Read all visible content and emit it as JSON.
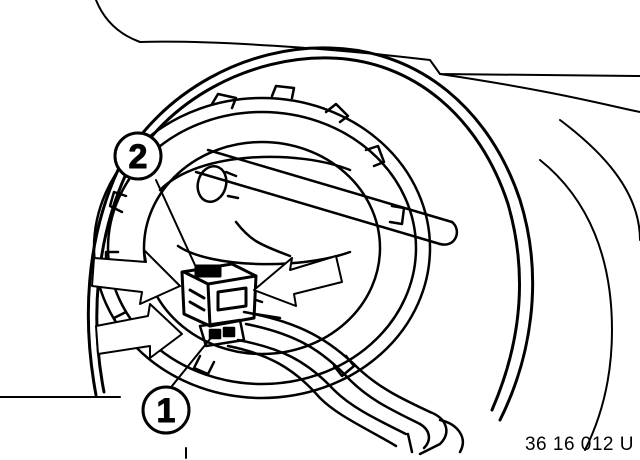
{
  "figure": {
    "code": "36 16 012 U",
    "callouts": [
      {
        "number": "2",
        "target": "connector-housing"
      },
      {
        "number": "1",
        "target": "locking-tab"
      }
    ],
    "arrows": [
      "press-arrow-upper-left",
      "press-arrow-lower-left",
      "press-arrow-right"
    ]
  },
  "colors": {
    "ink": "#000000",
    "paper": "#ffffff"
  }
}
